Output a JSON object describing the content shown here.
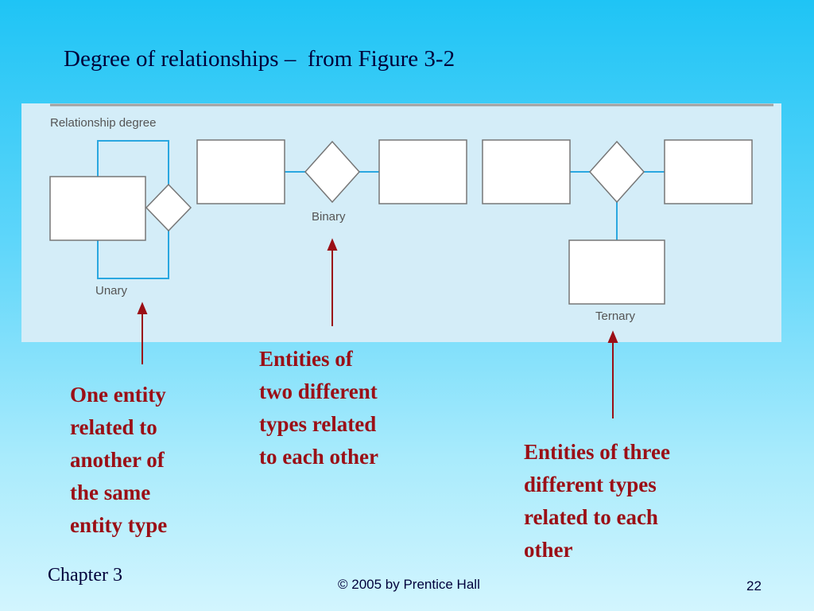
{
  "slide": {
    "title": "Degree of relationships –  from Figure 3-2"
  },
  "figure": {
    "heading": "Relationship degree",
    "unary_label": "Unary",
    "binary_label": "Binary",
    "ternary_label": "Ternary",
    "colors": {
      "panel": "#d4edf8",
      "line": "#2aa7e0",
      "box_fill": "#ffffff",
      "box_stroke": "#777777",
      "heading_rule": "#a0a0a0"
    }
  },
  "annotations": {
    "unary": [
      "One entity",
      "related to",
      "another of",
      "the same",
      "entity type"
    ],
    "binary": [
      "Entities of",
      "two different",
      "types related",
      "to each other"
    ],
    "ternary": [
      "Entities of three",
      "different types",
      "related to each",
      "other"
    ],
    "color": "#9b0f16"
  },
  "footer": {
    "chapter": "Chapter 3",
    "copyright": "© 2005 by Prentice Hall",
    "page_number": "22"
  }
}
